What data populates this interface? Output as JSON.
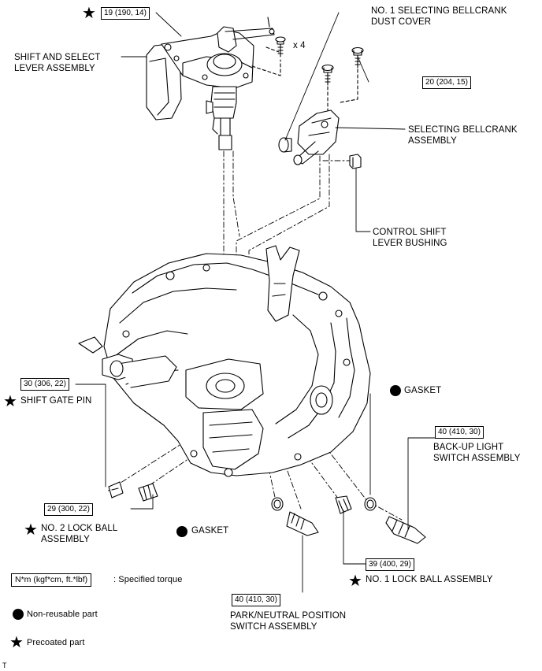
{
  "labels": {
    "shift_select_lever": "SHIFT AND SELECT\nLEVER ASSEMBLY",
    "no1_dust_cover": "NO. 1 SELECTING BELLCRANK\nDUST COVER",
    "selecting_bellcrank": "SELECTING BELLCRANK\nASSEMBLY",
    "control_shift_bushing": "CONTROL SHIFT\nLEVER BUSHING",
    "shift_gate_pin": "SHIFT GATE PIN",
    "no2_lock_ball": "NO. 2 LOCK BALL\nASSEMBLY",
    "gasket_left": "GASKET",
    "gasket_right": "GASKET",
    "backup_light": "BACK-UP LIGHT\nSWITCH ASSEMBLY",
    "park_neutral": "PARK/NEUTRAL POSITION\nSWITCH ASSEMBLY",
    "no1_lock_ball": "NO. 1 LOCK BALL ASSEMBLY",
    "x4": "x 4"
  },
  "torques": {
    "shift_select": "19 (190, 14)",
    "bellcrank_bolt": "20 (204, 15)",
    "shift_gate_pin": "30 (306, 22)",
    "no2_lock_ball": "29 (300, 22)",
    "backup_light": "40 (410, 30)",
    "park_neutral": "40 (410, 30)",
    "no1_lock_ball": "39 (400, 29)"
  },
  "legend": {
    "torque_unit": "N*m (kgf*cm, ft.*lbf)",
    "torque_desc": ": Specified torque",
    "non_reusable": "Non-reusable part",
    "precoated": "Precoated part"
  },
  "symbols": {
    "star": "★"
  },
  "footer_mark": "T"
}
